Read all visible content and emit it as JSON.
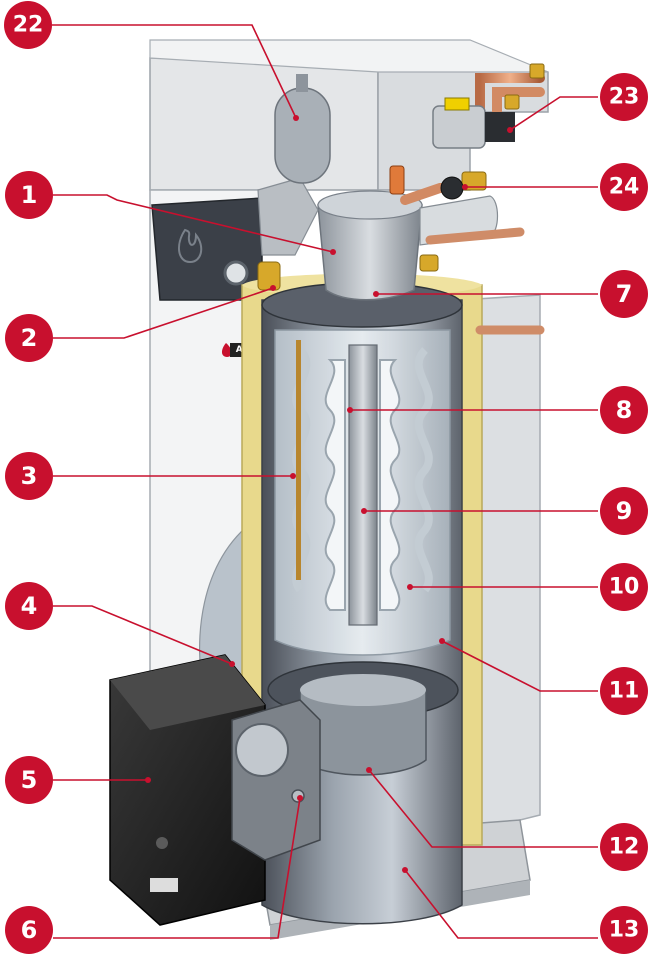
{
  "diagram": {
    "brand": "ACV",
    "accent_color": "#c8102e",
    "callouts": [
      {
        "number": "22"
      },
      {
        "number": "1"
      },
      {
        "number": "2"
      },
      {
        "number": "3"
      },
      {
        "number": "4"
      },
      {
        "number": "5"
      },
      {
        "number": "6"
      },
      {
        "number": "23"
      },
      {
        "number": "24"
      },
      {
        "number": "7"
      },
      {
        "number": "8"
      },
      {
        "number": "9"
      },
      {
        "number": "10"
      },
      {
        "number": "11"
      },
      {
        "number": "12"
      },
      {
        "number": "13"
      }
    ]
  }
}
